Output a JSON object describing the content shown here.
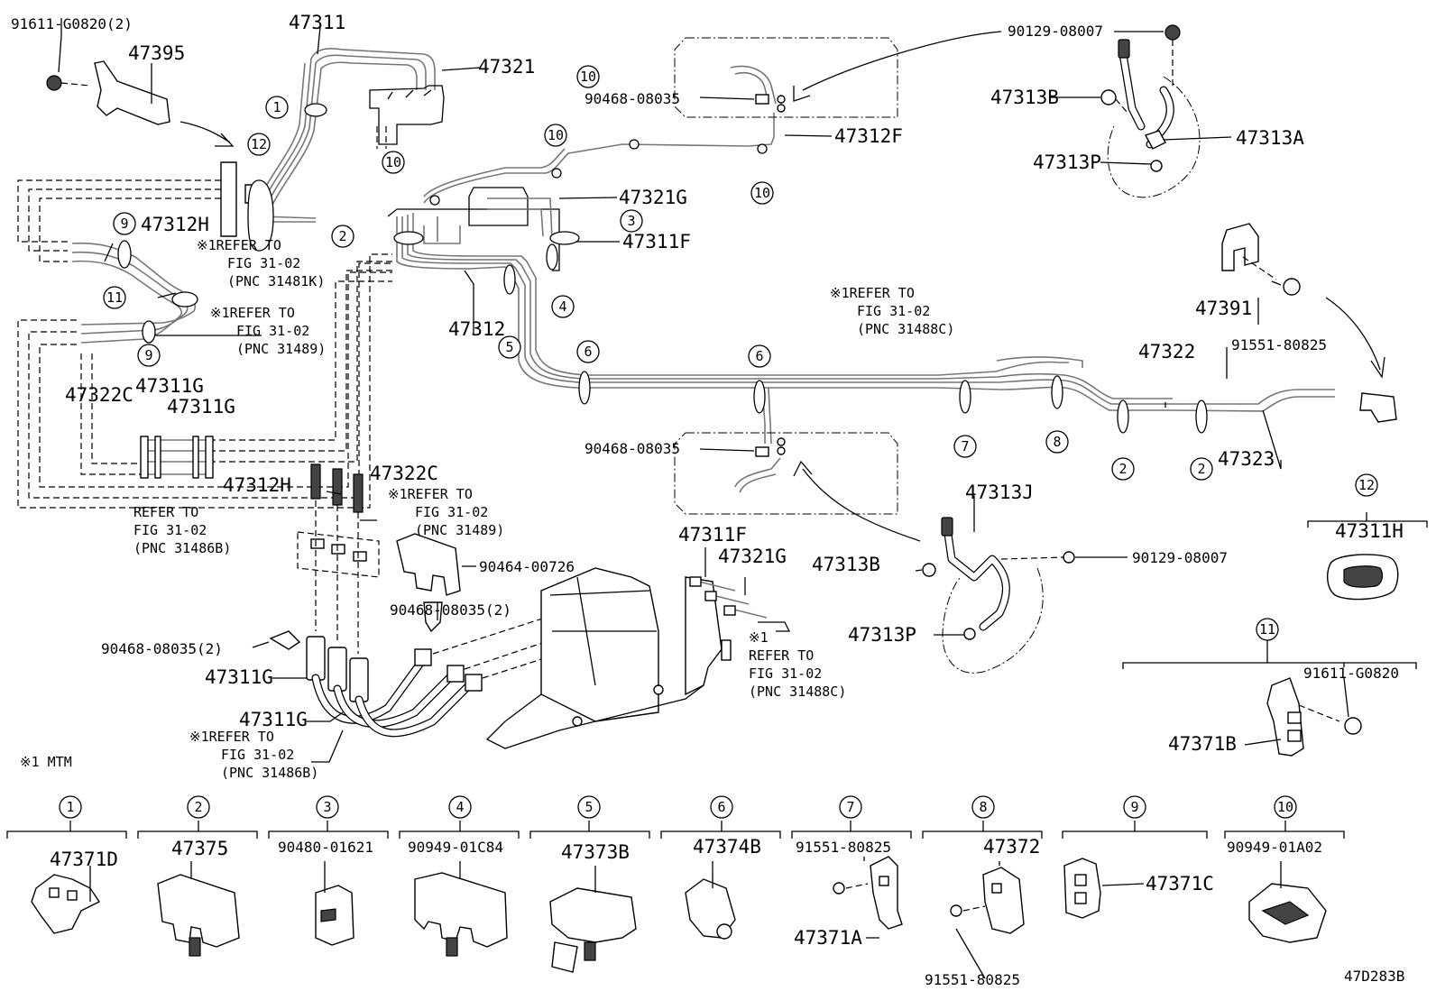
{
  "labels": {
    "p47311": "47311",
    "p47395": "47395",
    "p91611g0820_2": "91611-G0820(2)",
    "p47321": "47321",
    "p90129_08007_a": "90129-08007",
    "p90468_08035_a": "90468-08035",
    "p47313b_a": "47313B",
    "p47313a": "47313A",
    "p47313p_a": "47313P",
    "p47312f": "47312F",
    "p47321g_a": "47321G",
    "p47311f_a": "47311F",
    "p47312h_a": "47312H",
    "p47312": "47312",
    "p47322c_a": "47322C",
    "p47311g_a": "47311G",
    "p47311g_b": "47311G",
    "p47391": "47391",
    "p91551_80825_a": "91551-80825",
    "p47322": "47322",
    "p47323": "47323",
    "p90468_08035_b": "90468-08035",
    "p47312h_b": "47312H",
    "p47322c_b": "47322C",
    "p90464_00726": "90464-00726",
    "p90468_08035_2a": "90468-08035(2)",
    "p90468_08035_2b": "90468-08035(2)",
    "p47311f_b": "47311F",
    "p47321g_b": "47321G",
    "p47311g_c": "47311G",
    "p47311g_d": "47311G",
    "p47313j": "47313J",
    "p47313b_b": "47313B",
    "p90129_08007_b": "90129-08007",
    "p47313p_b": "47313P",
    "p47311h": "47311H",
    "p91611g0820": "91611-G0820",
    "p47371b": "47371B",
    "diagram_code": "47D283B"
  },
  "notes": {
    "n1": [
      "※1REFER TO",
      "FIG 31-02",
      "(PNC 31481K)"
    ],
    "n2": [
      "※1REFER TO",
      "FIG 31-02",
      "(PNC 31489)"
    ],
    "n3": [
      "※1REFER TO",
      "FIG 31-02",
      "(PNC 31488C)"
    ],
    "n4": [
      "REFER TO",
      "FIG 31-02",
      "(PNC 31486B)"
    ],
    "n5": [
      "※1REFER TO",
      "FIG 31-02",
      "(PNC 31489)"
    ],
    "n6": [
      "※1",
      "REFER TO",
      "FIG 31-02",
      "(PNC 31488C)"
    ],
    "n7": [
      "※1REFER TO",
      "FIG 31-02",
      "(PNC 31486B)"
    ],
    "mtm": "※1 MTM"
  },
  "callouts": [
    {
      "id": "c1",
      "n": "1"
    },
    {
      "id": "c12",
      "n": "12"
    },
    {
      "id": "c10a",
      "n": "10"
    },
    {
      "id": "c10b",
      "n": "10"
    },
    {
      "id": "c10c",
      "n": "10"
    },
    {
      "id": "c10d",
      "n": "10"
    },
    {
      "id": "c10e",
      "n": "10"
    },
    {
      "id": "c2a",
      "n": "2"
    },
    {
      "id": "c3",
      "n": "3"
    },
    {
      "id": "c4",
      "n": "4"
    },
    {
      "id": "c5",
      "n": "5"
    },
    {
      "id": "c6a",
      "n": "6"
    },
    {
      "id": "c6b",
      "n": "6"
    },
    {
      "id": "c7",
      "n": "7"
    },
    {
      "id": "c8",
      "n": "8"
    },
    {
      "id": "c2b",
      "n": "2"
    },
    {
      "id": "c2c",
      "n": "2"
    },
    {
      "id": "c9a",
      "n": "9"
    },
    {
      "id": "c9b",
      "n": "9"
    },
    {
      "id": "c11",
      "n": "11"
    },
    {
      "id": "c12b",
      "n": "12"
    },
    {
      "id": "c11b",
      "n": "11"
    }
  ],
  "legend": [
    {
      "n": "1",
      "parts": [
        "47371D"
      ]
    },
    {
      "n": "2",
      "parts": [
        "47375"
      ]
    },
    {
      "n": "3",
      "parts": [
        "90480-01621"
      ]
    },
    {
      "n": "4",
      "parts": [
        "90949-01C84"
      ]
    },
    {
      "n": "5",
      "parts": [
        "47373B"
      ]
    },
    {
      "n": "6",
      "parts": [
        "47374B"
      ]
    },
    {
      "n": "7",
      "parts": [
        "91551-80825",
        "47371A"
      ]
    },
    {
      "n": "8",
      "parts": [
        "47372",
        "91551-80825"
      ]
    },
    {
      "n": "9",
      "parts": [
        "47371C"
      ]
    },
    {
      "n": "10",
      "parts": [
        "90949-01A02"
      ]
    }
  ]
}
